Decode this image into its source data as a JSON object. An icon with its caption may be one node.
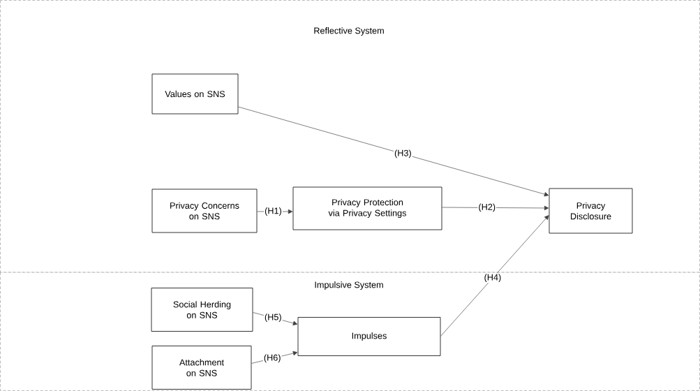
{
  "diagram": {
    "nodes": [
      {
        "text": [
          "Reflective System"
        ]
      },
      {
        "text": [
          "Impulsive System"
        ]
      },
      {
        "text": [
          "Values on SNS"
        ],
        "in": 0
      },
      {
        "text": [
          "Privacy Concerns on SNS"
        ],
        "in": 0
      },
      {
        "text": [
          "Privacy Protection via Privacy Settings"
        ],
        "in": 0
      },
      {
        "text": [
          "Privacy Disclosure"
        ],
        "in": 0
      },
      {
        "text": [
          "Social Herding on SNS"
        ],
        "in": 1
      },
      {
        "text": [
          "Attachment on SNS"
        ],
        "in": 1
      },
      {
        "text": [
          "Impulses"
        ],
        "in": 1
      }
    ],
    "edges": [
      {
        "from": 2,
        "to": 5,
        "arrow": "to",
        "label": "(H3)"
      },
      {
        "from": 3,
        "to": 4,
        "arrow": "to",
        "label": "(H1)"
      },
      {
        "from": 4,
        "to": 5,
        "arrow": "to",
        "label": "(H2)"
      },
      {
        "from": 8,
        "to": 5,
        "arrow": "to",
        "label": "(H4)"
      },
      {
        "from": 6,
        "to": 8,
        "arrow": "to",
        "label": "(H5)"
      },
      {
        "from": 7,
        "to": 8,
        "arrow": "to",
        "label": "(H6)"
      }
    ]
  }
}
